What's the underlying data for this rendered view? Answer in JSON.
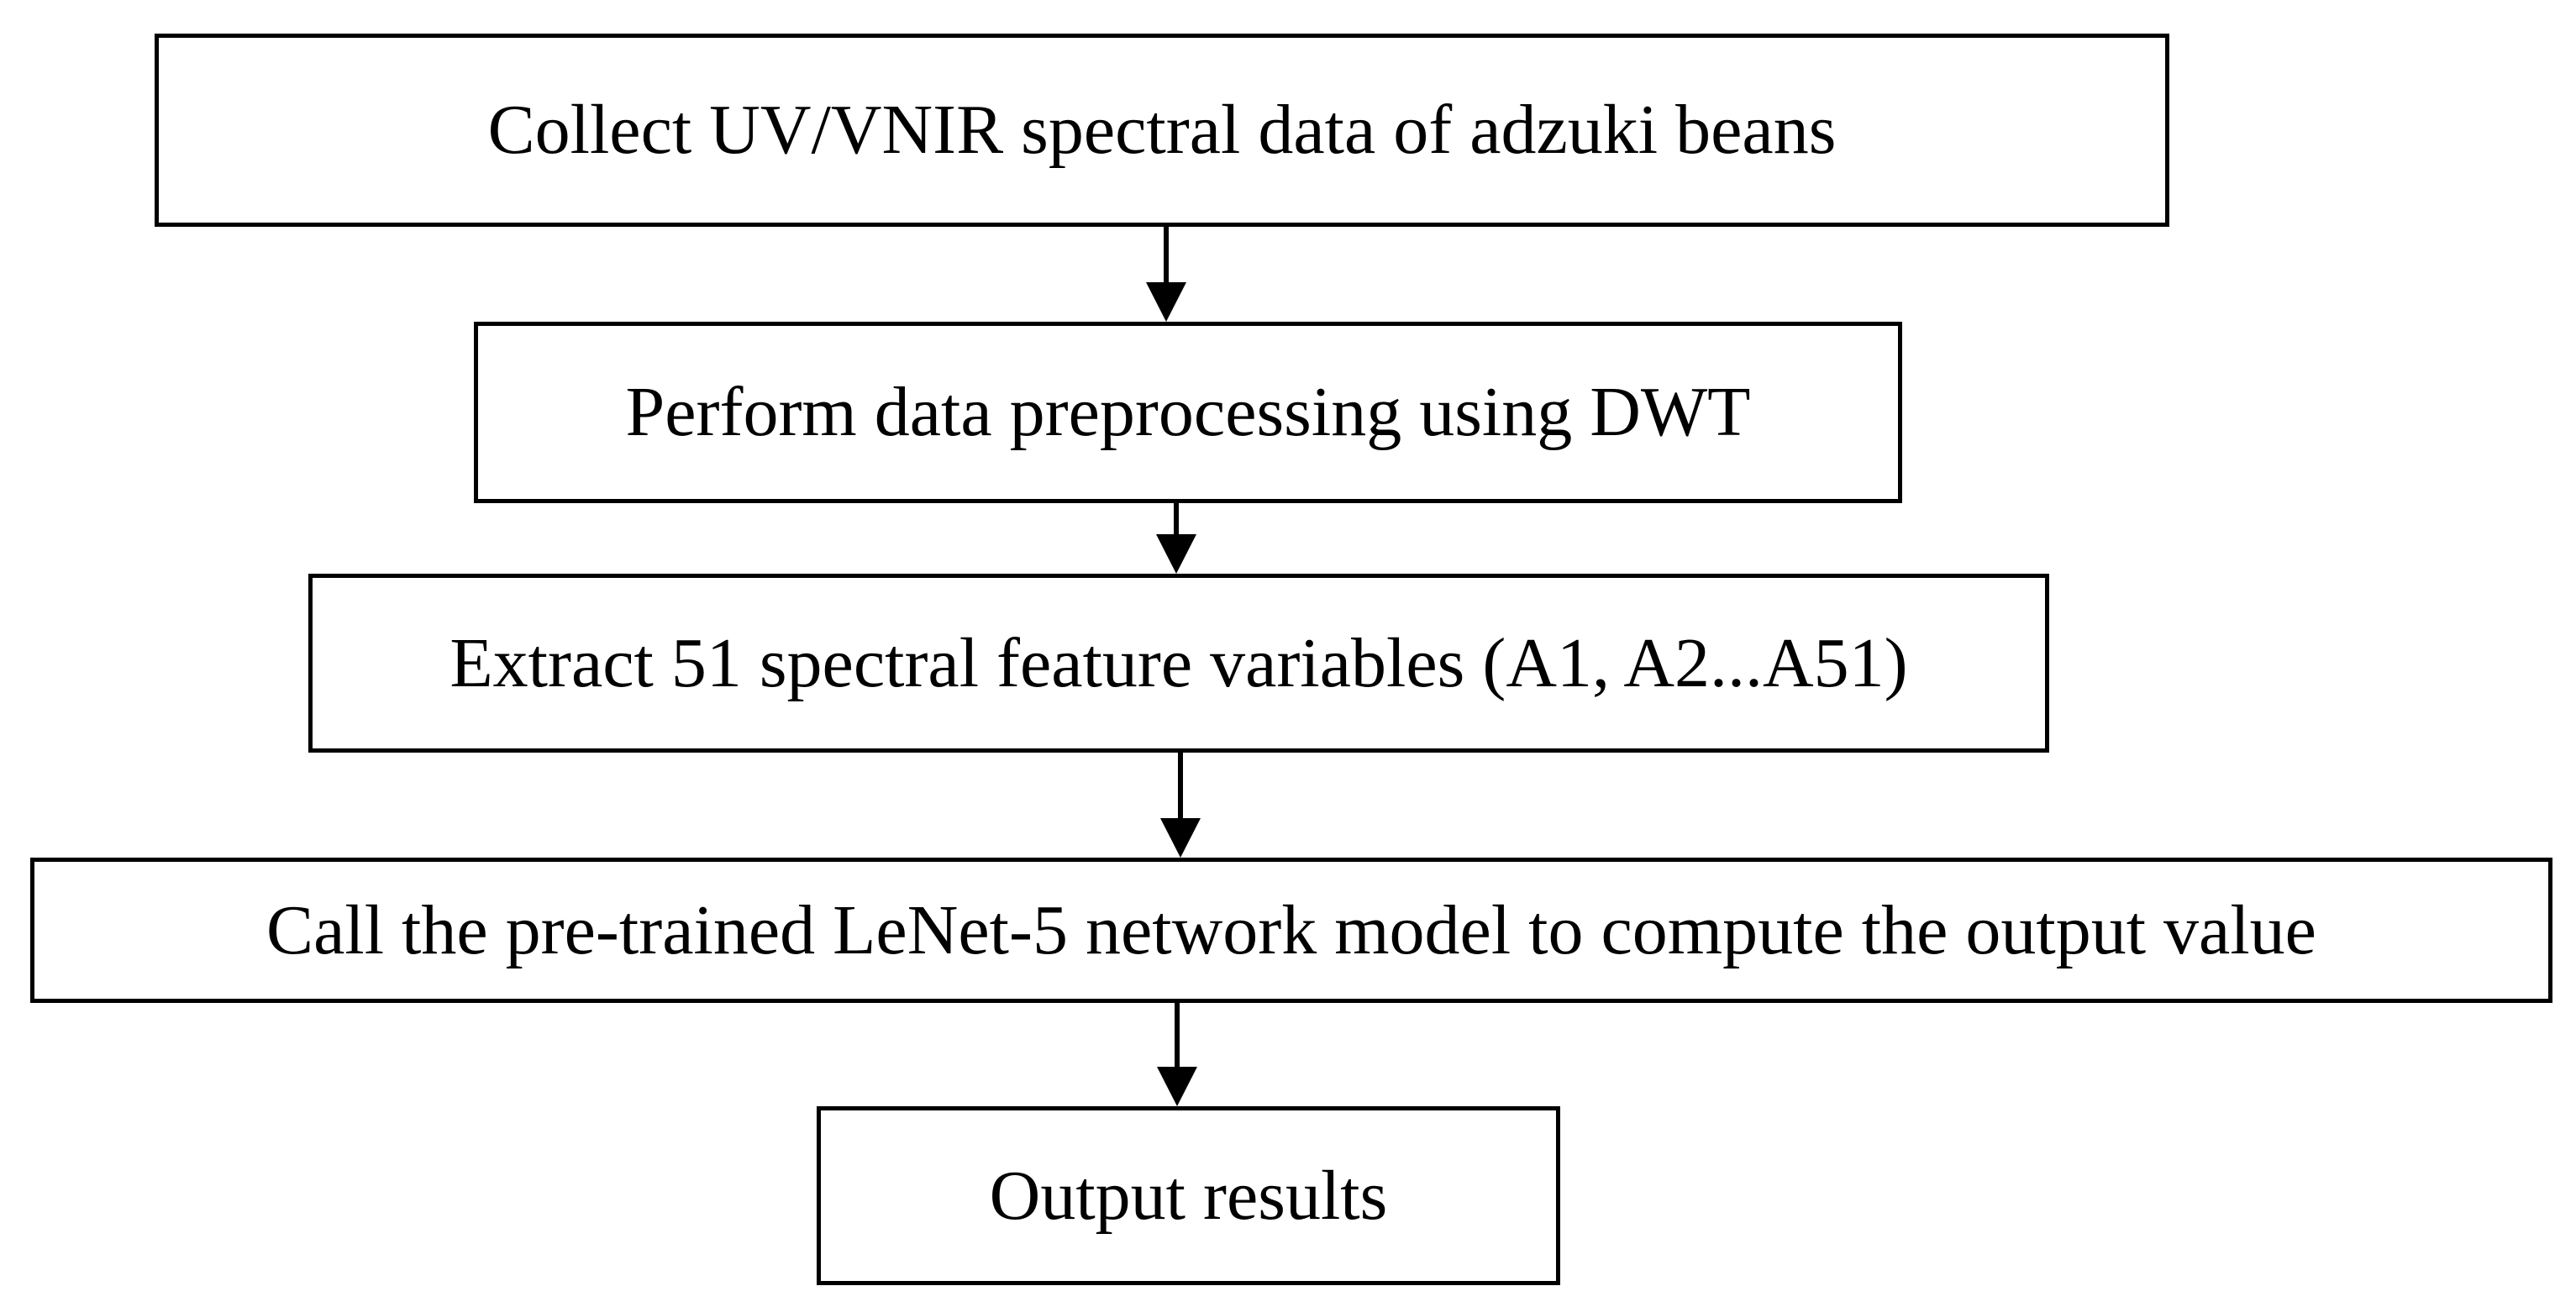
{
  "flowchart": {
    "steps": [
      {
        "label": "Collect UV/VNIR spectral data of adzuki beans"
      },
      {
        "label": "Perform data preprocessing using DWT"
      },
      {
        "label": "Extract 51 spectral feature variables (A1, A2...A51)"
      },
      {
        "label": "Call the pre-trained LeNet-5 network model to compute the output value"
      },
      {
        "label": "Output results"
      }
    ]
  }
}
